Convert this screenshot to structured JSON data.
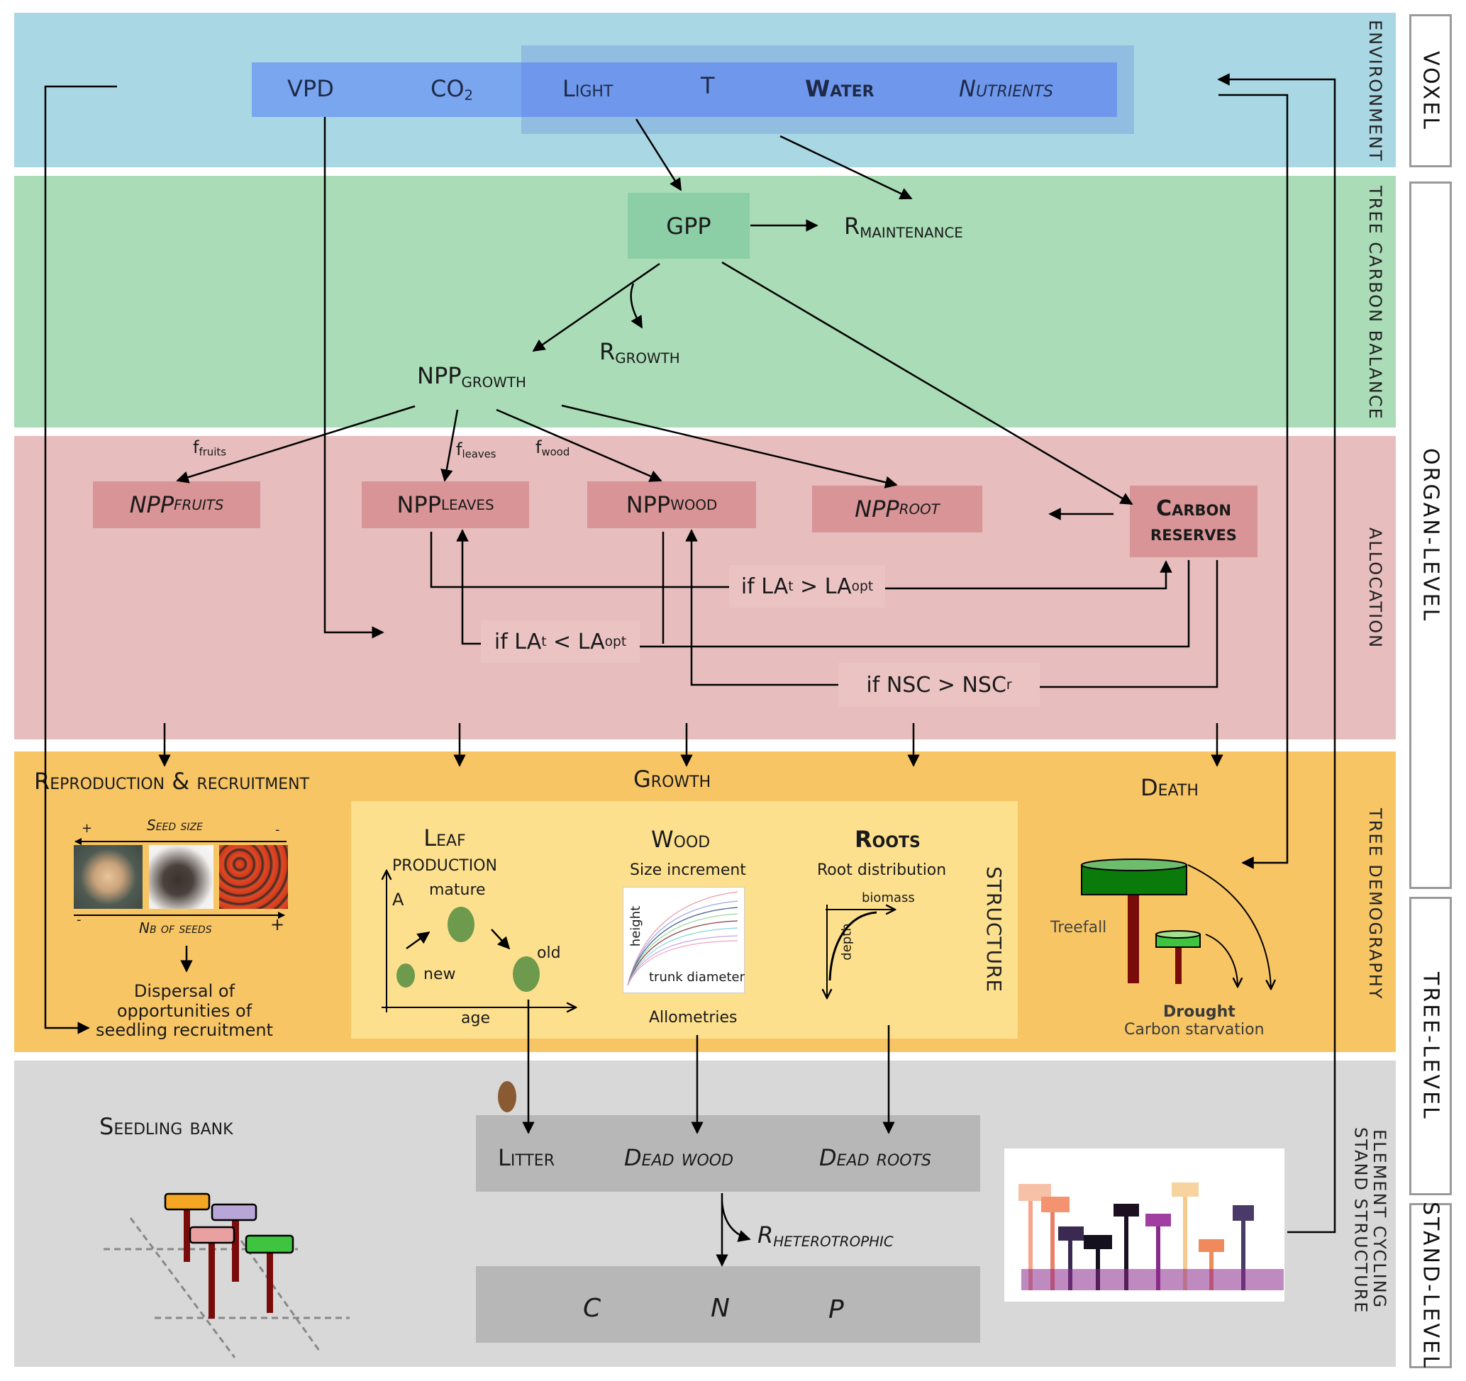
{
  "bands": {
    "environment": "Environment",
    "tree_carbon_balance": "Tree carbon balance",
    "allocation": "Allocation",
    "tree_demography": "Tree demography",
    "element_cycling": "Element cycling",
    "stand_structure": "Stand structure"
  },
  "levels": [
    "VOXEL",
    "ORGAN-LEVEL",
    "TREE-LEVEL",
    "STAND-LEVEL"
  ],
  "environment": {
    "variables": [
      {
        "label": "VPD"
      },
      {
        "label": "CO",
        "sub": "2"
      },
      {
        "label": "Light"
      },
      {
        "label": "T"
      },
      {
        "label": "Water"
      },
      {
        "label": "Nutrients"
      }
    ]
  },
  "carbon": {
    "gpp": "GPP",
    "r_maintenance": {
      "main": "R",
      "sub": "MAINTENANCE"
    },
    "r_growth": {
      "main": "R",
      "sub": "GROWTH"
    },
    "npp_growth": {
      "main": "NPP",
      "sub": "GROWTH"
    }
  },
  "allocation": {
    "fractions": [
      {
        "main": "f",
        "sub": "fruits"
      },
      {
        "main": "f",
        "sub": "leaves"
      },
      {
        "main": "f",
        "sub": "wood"
      }
    ],
    "pools": [
      {
        "main": "NPP",
        "sub": "FRUITS"
      },
      {
        "main": "NPP",
        "sub": "LEAVES"
      },
      {
        "main": "NPP",
        "sub": "WOOD"
      },
      {
        "main": "NPP",
        "sub": "ROOT"
      }
    ],
    "carbon_reserves": [
      "Carbon",
      "reserves"
    ],
    "conditions": {
      "la_gt": {
        "pre": "if LA",
        "sub1": "t",
        "mid": " > LA",
        "sub2": "opt"
      },
      "la_lt": {
        "pre": "if LA",
        "sub1": "t",
        "mid": " < LA",
        "sub2": "opt"
      },
      "nsc": {
        "pre": "if NSC > NSC",
        "sub1": "r"
      }
    }
  },
  "demography": {
    "reproduction": {
      "title": "Reproduction & recruitment",
      "seed_size": "Seed size",
      "nb_seeds": "Nb of seeds",
      "plus": "+",
      "minus": "-",
      "dispersal": [
        "Dispersal of",
        "opportunities of",
        "seedling recruitment"
      ]
    },
    "growth": {
      "title": "Growth",
      "leaf": {
        "title": [
          "Leaf",
          "production"
        ],
        "y_axis": "A",
        "x_axis": "age",
        "stages": [
          "new",
          "mature",
          "old"
        ]
      },
      "wood": {
        "title": "Wood",
        "subtitle": "Size increment",
        "y_axis": "height",
        "x_axis": "trunk diameter",
        "footer": "Allometries"
      },
      "roots": {
        "title": "Roots",
        "subtitle": "Root distribution",
        "x_axis": "biomass",
        "y_axis": "depth"
      },
      "structure": "Structure"
    },
    "death": {
      "title": "Death",
      "treefall": "Treefall",
      "drought": "Drought",
      "carbon_starvation": "Carbon starvation"
    }
  },
  "cycling": {
    "seedling_bank": "Seedling bank",
    "pools": [
      "Litter",
      "Dead wood",
      "Dead roots"
    ],
    "r_heterotrophic": {
      "main": "R",
      "sub": "HETEROTROPHIC"
    },
    "elements": [
      "C",
      "N",
      "P"
    ]
  },
  "colors": {
    "environment": "#a9d8e4",
    "carbon": "#a9dcb7",
    "allocation": "#e7bdbd",
    "demography": "#f8c565",
    "cycling": "#d8d8d8",
    "npp_box": "#d89496",
    "gpp_box": "#8ccfa6"
  }
}
